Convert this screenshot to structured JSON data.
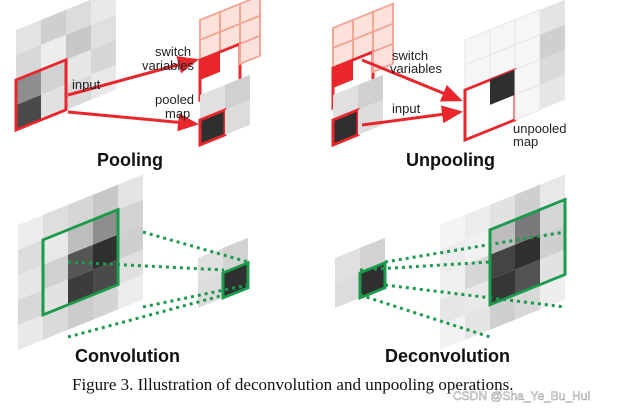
{
  "panels": {
    "pooling": {
      "title": "Pooling",
      "input_label": "input",
      "switch_label_line1": "switch",
      "switch_label_line2": "variables",
      "pooled_label_line1": "pooled",
      "pooled_label_line2": "map"
    },
    "unpooling": {
      "title": "Unpooling",
      "switch_label_line1": "switch",
      "switch_label_line2": "variables",
      "input_label": "input",
      "unpooled_label_line1": "unpooled",
      "unpooled_label_line2": "map"
    },
    "convolution": {
      "title": "Convolution"
    },
    "deconvolution": {
      "title": "Deconvolution"
    }
  },
  "caption": "Figure 3. Illustration of deconvolution and unpooling operations.",
  "watermark": "CSDN @Sha_Ye_Bu_Hui",
  "colors": {
    "red": "#e8262b",
    "green": "#1a9a4c",
    "dark_cell": "#2f2f2f",
    "light_cell": "#dedede",
    "mid_cell": "#bdbdbd"
  }
}
